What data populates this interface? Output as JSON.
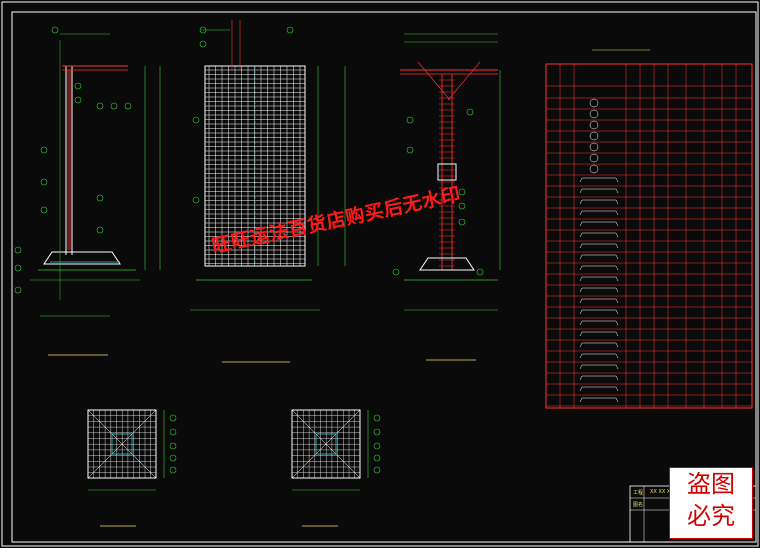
{
  "watermark": {
    "text": "旺旺运法百货店购买后无水印",
    "color": "#ff1a1a"
  },
  "stamp": {
    "line1": "盗图",
    "line2": "必究",
    "color": "#d40000"
  },
  "title_block": {
    "label_1": "工程",
    "label_2": "图名",
    "value_1": "XX XX X"
  },
  "colors": {
    "background": "#0a0a0a",
    "frame": "#ffffff",
    "rebar": "#ff3333",
    "grid": "#ffffff",
    "dimension": "#33cc33",
    "concrete": "#33cccc",
    "text": "#e8e26a"
  }
}
